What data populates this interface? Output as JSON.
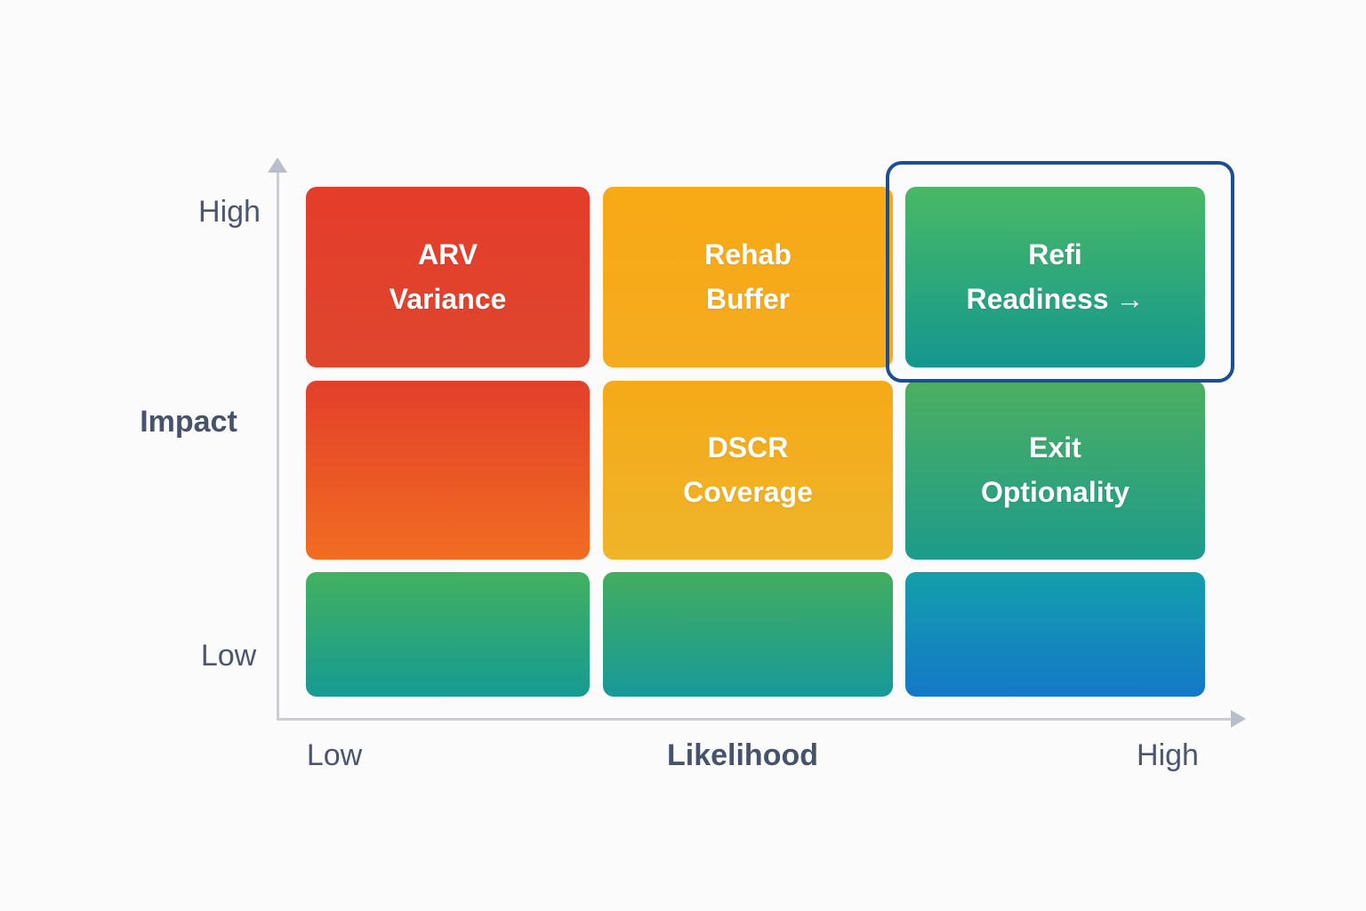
{
  "axes": {
    "y": {
      "title": "Impact",
      "max_label": "High",
      "min_label": "Low"
    },
    "x": {
      "title": "Likelihood",
      "min_label": "Low",
      "max_label": "High"
    },
    "line_color": "#c9cdd6",
    "label_color": "#4b5770"
  },
  "matrix": {
    "cells": [
      {
        "impact": "High",
        "likelihood": "Low",
        "line1": "ARV",
        "line2": "Variance",
        "gradient": [
          "#e43d2b",
          "#df462e"
        ]
      },
      {
        "impact": "High",
        "likelihood": "Mid",
        "line1": "Rehab",
        "line2": "Buffer",
        "gradient": [
          "#f8a915",
          "#f5ab20"
        ]
      },
      {
        "impact": "High",
        "likelihood": "High",
        "line1": "Refi",
        "line2": "Readiness",
        "arrow": "→",
        "gradient": [
          "#49b966",
          "#14978f"
        ]
      },
      {
        "impact": "Mid",
        "likelihood": "Low",
        "gradient": [
          "#e33f2a",
          "#f16d22"
        ]
      },
      {
        "impact": "Mid",
        "likelihood": "Mid",
        "line1": "DSCR",
        "line2": "Coverage",
        "gradient": [
          "#f5aa18",
          "#efb42a"
        ]
      },
      {
        "impact": "Mid",
        "likelihood": "High",
        "line1": "Exit",
        "line2": "Optionality",
        "gradient": [
          "#4daf61",
          "#1d9b8b"
        ]
      },
      {
        "impact": "Low",
        "likelihood": "Low",
        "gradient": [
          "#43b160",
          "#169a93"
        ]
      },
      {
        "impact": "Low",
        "likelihood": "Mid",
        "gradient": [
          "#43ad5e",
          "#17999a"
        ]
      },
      {
        "impact": "Low",
        "likelihood": "High",
        "gradient": [
          "#149fab",
          "#1478c8"
        ]
      }
    ]
  },
  "highlight": {
    "ring_color": "#1c4e90",
    "target": "Refi Readiness"
  }
}
